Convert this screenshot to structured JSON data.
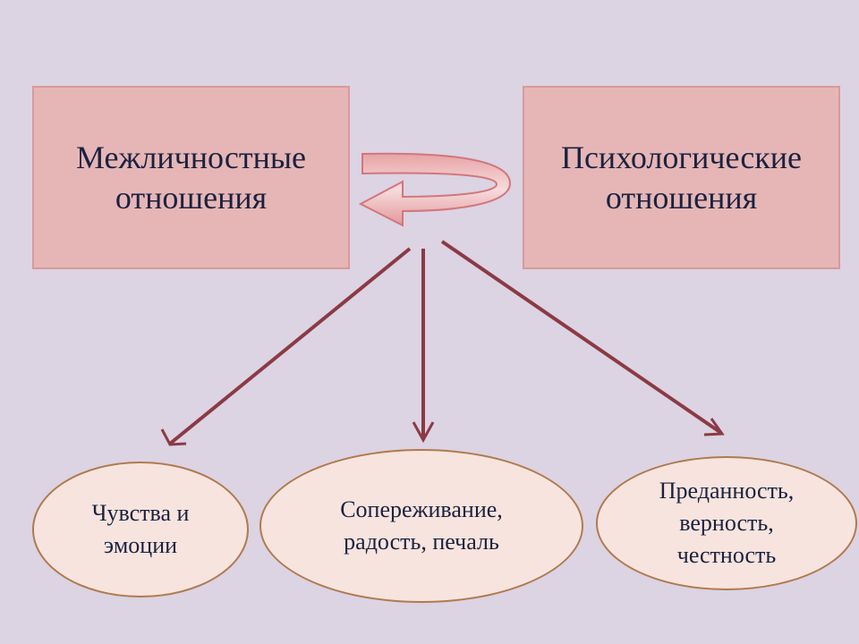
{
  "top_boxes": {
    "left": {
      "line1": "Межличностные",
      "line2": "отношения"
    },
    "right": {
      "line1": "Психологические",
      "line2": "отношения"
    }
  },
  "bottom_ellipses": [
    {
      "line1": "Чувства и",
      "line2": "эмоции"
    },
    {
      "line1": "Сопереживание,",
      "line2": "радость, печаль"
    },
    {
      "line1": "Преданность,",
      "line2": "верность,",
      "line3": "честность"
    }
  ],
  "colors": {
    "background": "#dcd3e3",
    "box_fill": "#e6b6b6",
    "ellipse_fill": "#f8e4de",
    "arrow": "#8b3a44",
    "text": "#1a2240"
  }
}
